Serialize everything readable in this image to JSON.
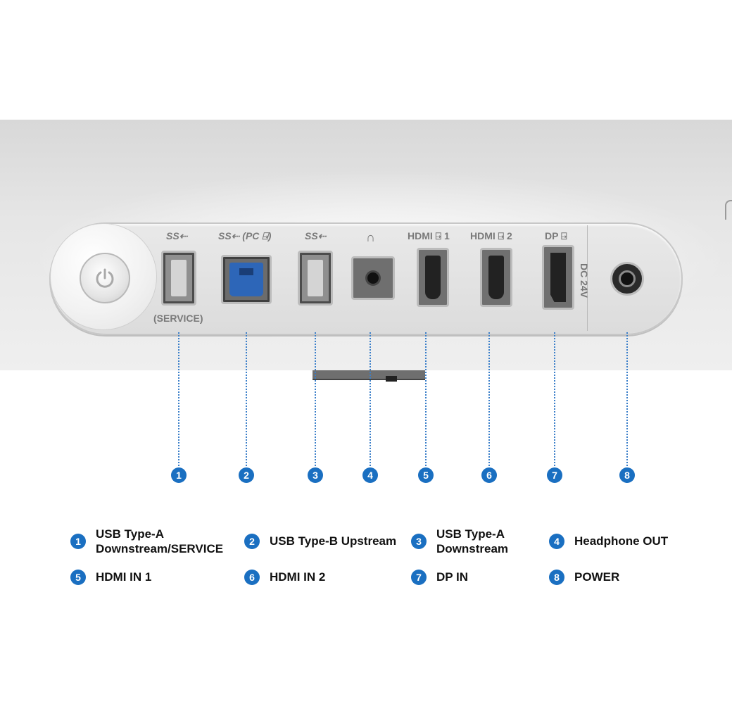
{
  "port_labels": {
    "usb_a_1_logo": "SS⇠",
    "usb_a_1_sub": "(SERVICE)",
    "usb_b_logo": "SS⇠ (PC ⍈)",
    "usb_a_3_logo": "SS⇠",
    "headphone_symbol": "∩",
    "hdmi1": "HDMI ⍈ 1",
    "hdmi2": "HDMI ⍈ 2",
    "dp": "DP ⍈",
    "dc": "DC 24V"
  },
  "callouts": [
    "1",
    "2",
    "3",
    "4",
    "5",
    "6",
    "7",
    "8"
  ],
  "legend": [
    {
      "num": "1",
      "line1": "USB Type-A",
      "line2": "Downstream/SERVICE"
    },
    {
      "num": "2",
      "line1": "USB Type-B Upstream",
      "line2": ""
    },
    {
      "num": "3",
      "line1": "USB Type-A",
      "line2": "Downstream"
    },
    {
      "num": "4",
      "line1": "Headphone OUT",
      "line2": ""
    },
    {
      "num": "5",
      "line1": "HDMI IN 1",
      "line2": ""
    },
    {
      "num": "6",
      "line1": "HDMI IN 2",
      "line2": ""
    },
    {
      "num": "7",
      "line1": "DP IN",
      "line2": ""
    },
    {
      "num": "8",
      "line1": "POWER",
      "line2": ""
    }
  ],
  "colors": {
    "accent": "#1a6fc1",
    "usb_b_blue": "#2d66b8"
  }
}
